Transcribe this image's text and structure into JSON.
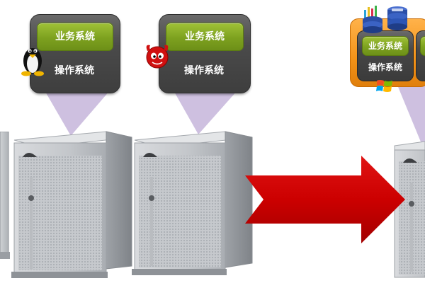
{
  "left_stack": [
    {
      "business_label": "业务系统",
      "os_label": "操作系统",
      "os_icon": "linux-penguin-icon"
    },
    {
      "business_label": "业务系统",
      "os_label": "操作系统",
      "os_icon": "freebsd-daemon-icon"
    }
  ],
  "virtualized": {
    "business_label": "业务系统",
    "os_label": "操作系统",
    "os_icon": "windows-logo-icon",
    "apps": [
      "database-icon",
      "storage-icon"
    ]
  },
  "arrow_color": "#cc0000",
  "colors": {
    "card": "#454545",
    "business": "#86a826",
    "container": "#f39217",
    "projection": "#c8b8dc"
  }
}
